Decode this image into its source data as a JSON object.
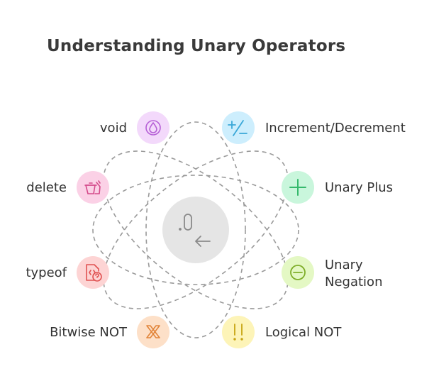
{
  "title": "Understanding Unary Operators",
  "center_icon": "zero-with-left-arrow-icon",
  "nodes": [
    {
      "label": "void",
      "icon": "droplet-icon",
      "color": "#f3d9fb",
      "stroke": "#b660d6"
    },
    {
      "label": "Increment/Decrement",
      "icon": "plus-minus-icon",
      "color": "#cdeefd",
      "stroke": "#3aa8d8"
    },
    {
      "label": "delete",
      "icon": "trash-icon",
      "color": "#fbd1e6",
      "stroke": "#d44a8a"
    },
    {
      "label": "Unary Plus",
      "icon": "plus-icon",
      "color": "#c9f6dc",
      "stroke": "#35b96c"
    },
    {
      "label": "typeof",
      "icon": "file-code-question-icon",
      "color": "#fdd4d4",
      "stroke": "#e05252"
    },
    {
      "label_line1": "Unary",
      "label_line2": "Negation",
      "icon": "minus-circle-icon",
      "color": "#e4f8c4",
      "stroke": "#7fae2a"
    },
    {
      "label": "Bitwise NOT",
      "icon": "unlink-icon",
      "color": "#fde0c8",
      "stroke": "#e2853a"
    },
    {
      "label": "Logical NOT",
      "icon": "double-exclamation-icon",
      "color": "#fdf4b8",
      "stroke": "#c7a411"
    }
  ]
}
